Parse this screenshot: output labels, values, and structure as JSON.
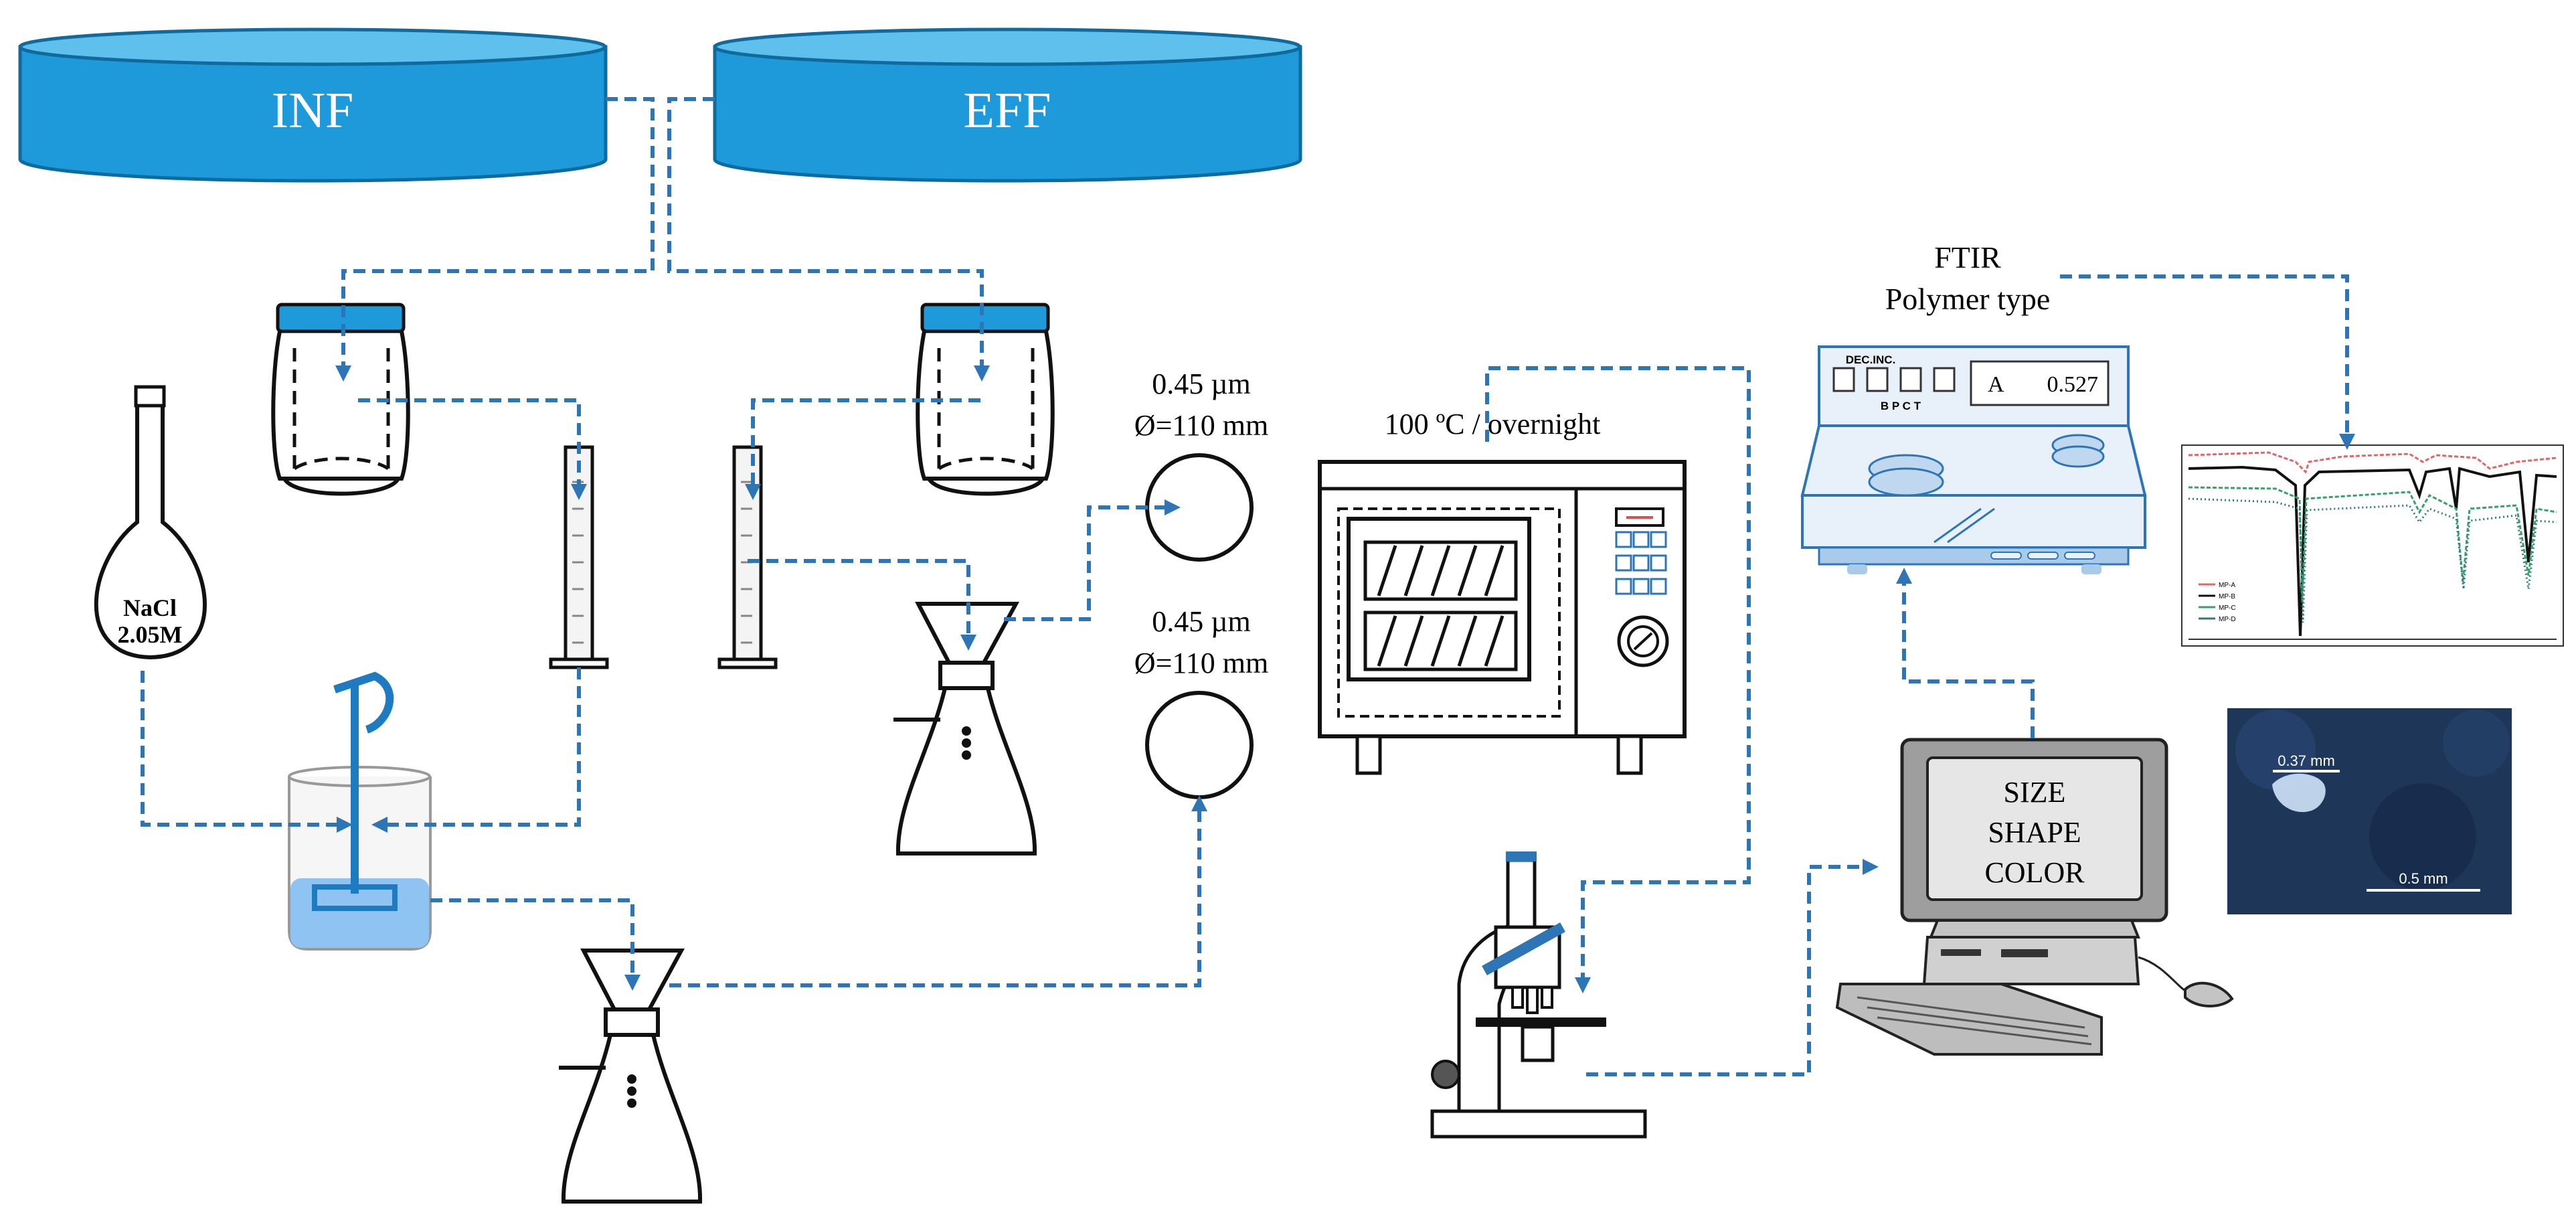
{
  "tanks": {
    "influent_label": "INF",
    "effluent_label": "EFF"
  },
  "flask": {
    "reagent": "NaCl",
    "concentration": "2.05M"
  },
  "filters": {
    "top": {
      "pore_size": "0.45 µm",
      "diameter": "Ø=110 mm"
    },
    "bottom": {
      "pore_size": "0.45 µm",
      "diameter": "Ø=110 mm"
    }
  },
  "oven": {
    "condition": "100 ºC / overnight"
  },
  "ftir": {
    "title": "FTIR",
    "subtitle": "Polymer type",
    "panel_brand": "DEC.INC.",
    "panel_sub": "B P C T",
    "display_mode": "A",
    "display_value": "0.527"
  },
  "computer": {
    "line1": "SIZE",
    "line2": "SHAPE",
    "line3": "COLOR"
  },
  "micrograph": {
    "label_particle": "0.37 mm",
    "label_scale": "0.5 mm"
  },
  "spectrum": {
    "legend": [
      "MP-A",
      "MP-B",
      "MP-C",
      "MP-D"
    ],
    "colors": {
      "mp_a": "#E06666",
      "mp_b": "#111111",
      "mp_c": "#38A169",
      "mp_d": "#2C7A7B"
    }
  },
  "colors": {
    "flow": "#2E75B6",
    "tank": "#1E9ADB",
    "liquid": "#8EC3F2"
  }
}
